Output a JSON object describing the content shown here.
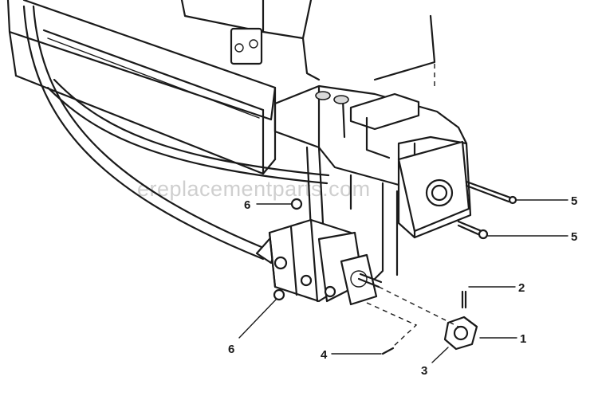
{
  "watermark": "ereplacementparts.com",
  "callouts": [
    {
      "id": "callout-1",
      "number": "1"
    },
    {
      "id": "callout-2",
      "number": "2"
    },
    {
      "id": "callout-3",
      "number": "3"
    },
    {
      "id": "callout-4",
      "number": "4"
    },
    {
      "id": "callout-5-upper",
      "number": "5"
    },
    {
      "id": "callout-5-lower",
      "number": "5"
    },
    {
      "id": "callout-6-upper",
      "number": "6"
    },
    {
      "id": "callout-6-lower",
      "number": "6"
    }
  ]
}
